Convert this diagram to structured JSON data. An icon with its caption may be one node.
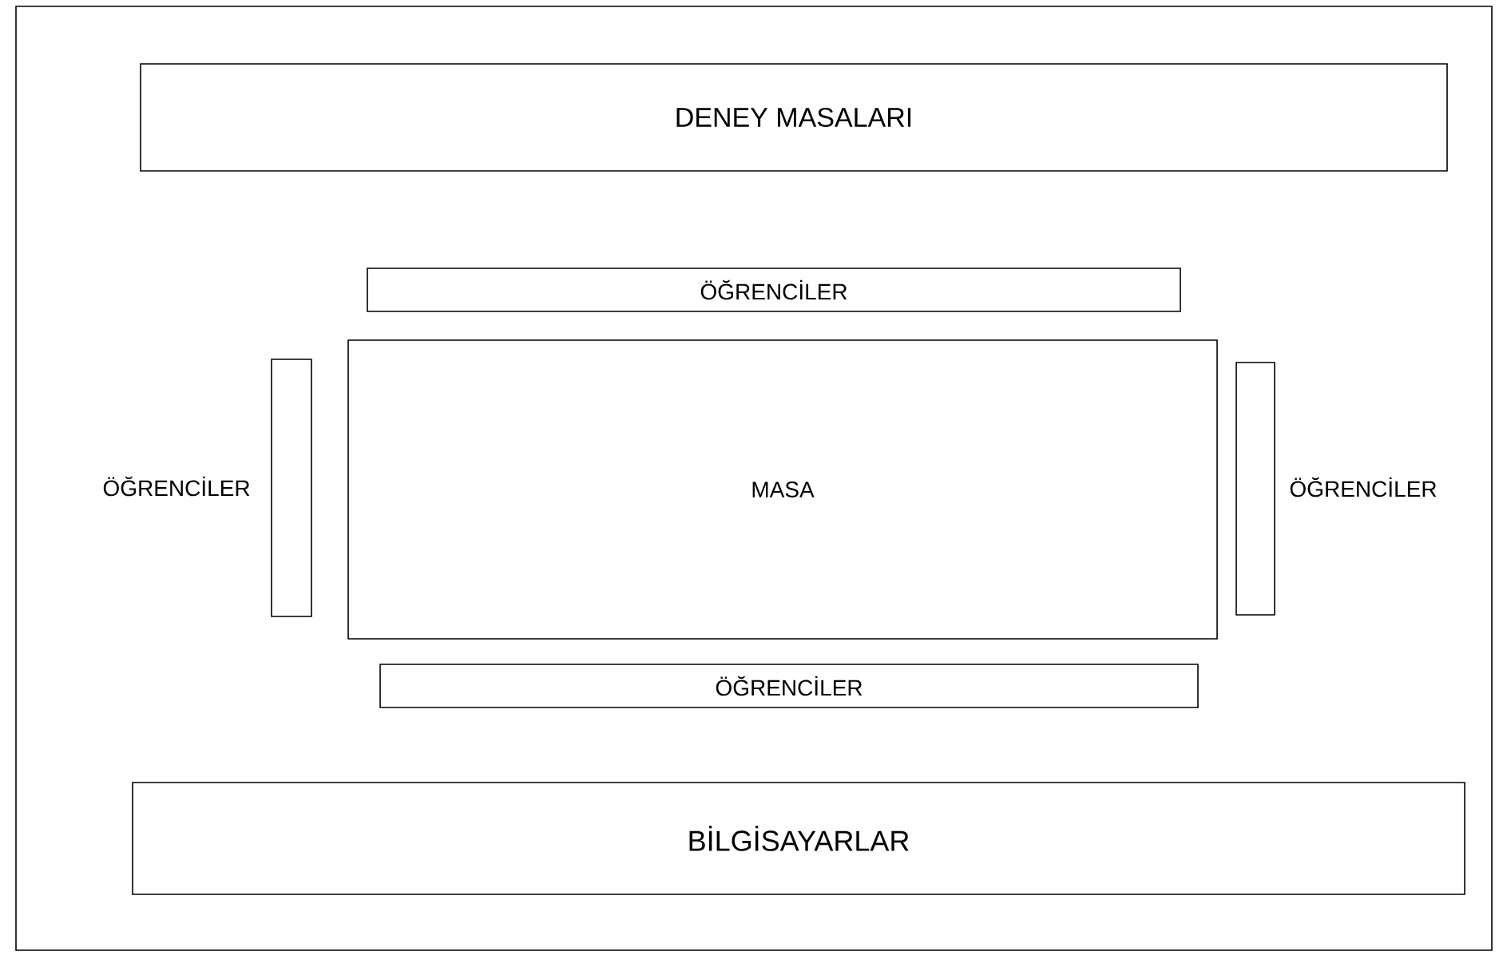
{
  "diagram": {
    "nodes": [
      {
        "text": [
          "DENEY MASALARI"
        ]
      },
      {
        "text": [
          "ÖĞRENCİLER"
        ]
      },
      {
        "text": [],
        "shape": "bar",
        "beside": [
          "ÖĞRENCİLER"
        ]
      },
      {
        "text": [
          "MASA"
        ]
      },
      {
        "text": [],
        "shape": "bar",
        "beside": [
          "ÖĞRENCİLER"
        ]
      },
      {
        "text": [
          "ÖĞRENCİLER"
        ]
      },
      {
        "text": [
          "BİLGİSAYARLAR"
        ]
      }
    ]
  }
}
